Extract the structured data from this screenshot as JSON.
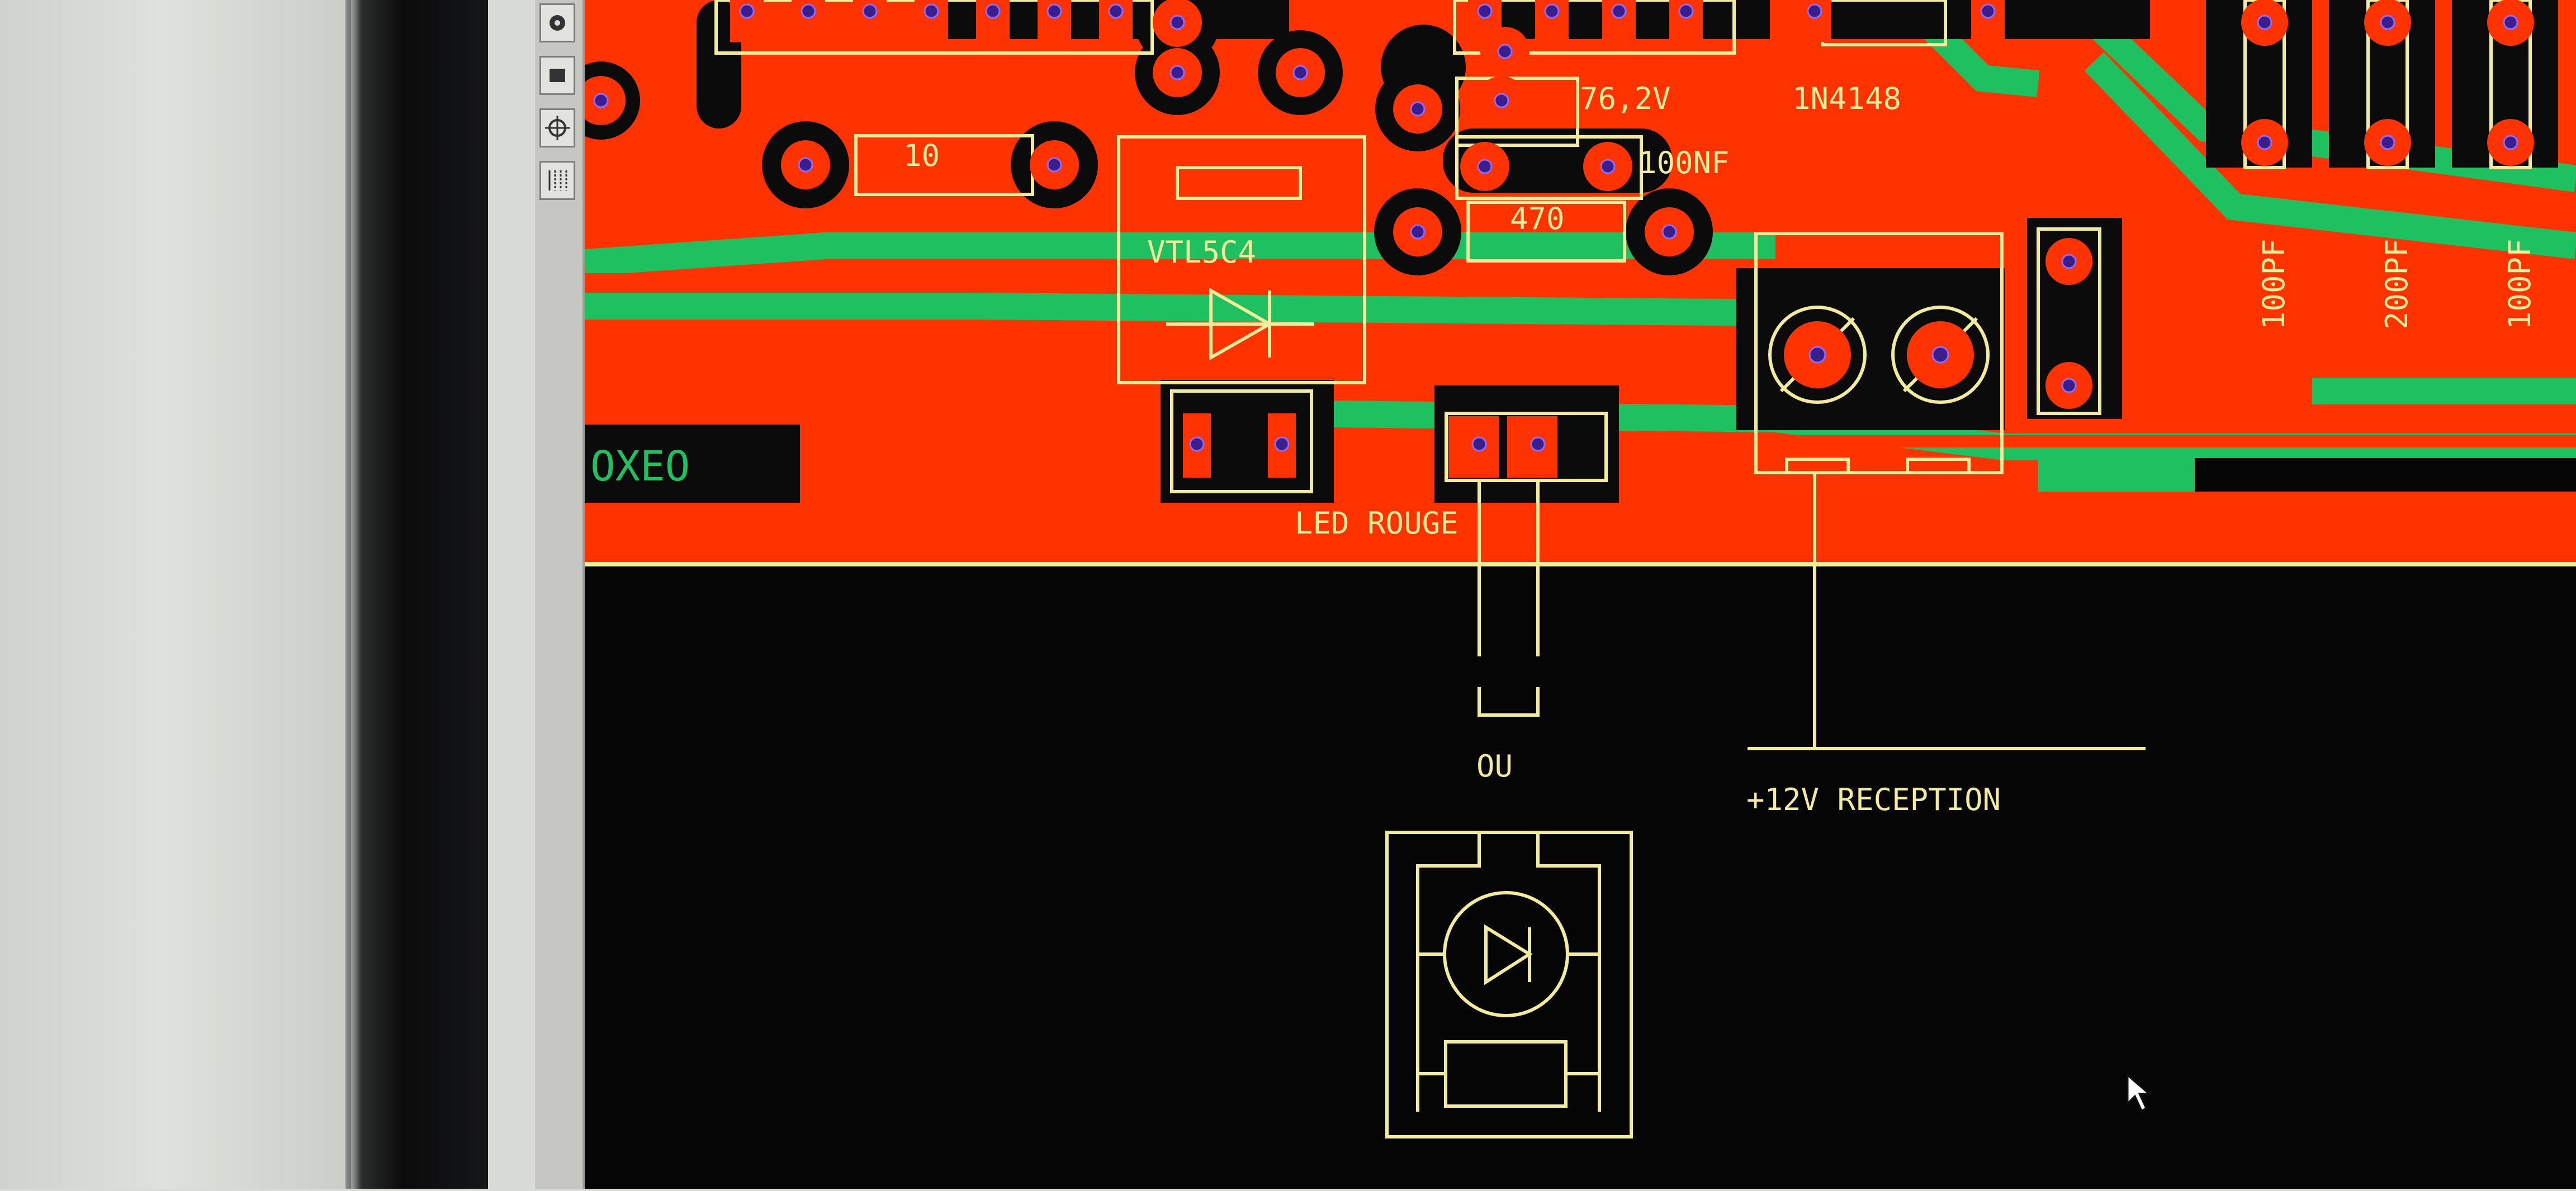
{
  "board": {
    "brand_label": "OXEO",
    "components": {
      "resistor_10": "10",
      "voltage": "76,2V",
      "diode": "1N4148",
      "capacitor_100nf": "100NF",
      "resistor_470": "470",
      "optocoupler": "VTL5C4",
      "cap_1": "100PF",
      "cap_2": "200PF",
      "cap_3": "100PF",
      "led_label": "LED ROUGE"
    }
  },
  "annotations": {
    "or_label": "OU",
    "reception_label": "+12V RECEPTION"
  },
  "toolbar": {
    "items": [
      "eye-tool",
      "select-tool",
      "target-tool",
      "grid-tool"
    ]
  },
  "colors": {
    "copper_top": "#ff3300",
    "copper_bottom": "#1ec060",
    "silkscreen": "#f2ec9a",
    "via_fill": "#3a1e8c",
    "background": "#050505"
  }
}
